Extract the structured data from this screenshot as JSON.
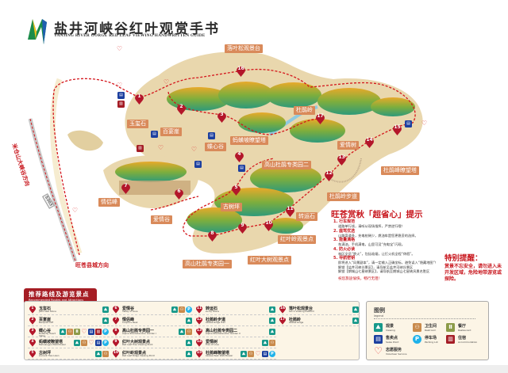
{
  "header": {
    "title": "盐井河峡谷红叶观赏手书",
    "subtitle": "YANJING RIVER GORGE RED LEAF VIEWING HANDWRITTEN GUIDE"
  },
  "colors": {
    "route": "#d4161c",
    "label": "#d98a5a",
    "tab": "#a51d24",
    "panel": "#fcf5e6",
    "terrain": "#e9d7ad"
  },
  "map": {
    "labels": [
      "落叶松观景台",
      "玉玺石",
      "百宴崖",
      "蝶心谷",
      "蚂蟥坡瞭望塔",
      "杜鹃岭",
      "高山杜鹃专类园二",
      "爱情树",
      "杜鹃峰瞭望塔",
      "杜鹃岭步道",
      "古树坪",
      "转运石",
      "情侣峰",
      "爱情谷",
      "红叶岭观景点",
      "红叶大树观景点",
      "高山杜鹃专类园一"
    ],
    "markers": [
      "1",
      "2",
      "3",
      "4",
      "5",
      "6",
      "7",
      "8",
      "9",
      "10",
      "11",
      "12",
      "13",
      "14",
      "15",
      "16",
      "17"
    ],
    "directions": {
      "county": "旺苍县城方向",
      "canyon": "米仓山大峡谷方向",
      "road": "S303"
    }
  },
  "tips": {
    "title": "旺苍赏秋「超省心」提示",
    "items": [
      {
        "head": "1. 行车规范",
        "lines": [
          "道路单行线，请听从现场指挥，严禁逆行哦！"
        ]
      },
      {
        "head": "2. 座驾优选",
        "lines": [
          "山路弯道多，充电桩稀少，燃油车是您更稳妥的选择。"
        ]
      },
      {
        "head": "3. 能量满格",
        "lines": [
          "车满油，手机满电，山里可没“充电宝”闪现。"
        ]
      },
      {
        "head": "4. 防火必读",
        "lines": [
          "林区全员“禁火”，包括吸烟，让打火机全程“休假”。"
        ]
      },
      {
        "head": "5. 导航密钥",
        "lines": [
          "即将进入“风景副本”，请一定输入正确坐标，避免误入“隐藏地图”！",
          "解锁【盐井河峡谷景区】，请导航至盐井河峡谷景区",
          "解锁【朗城山七星峡景区】，请导航至朗城山七星峡风景名胜区"
        ]
      }
    ],
    "closing": "祝您旅途愉快，畅行无阻！"
  },
  "warning": {
    "title": "特别提醒：",
    "body": "赏景不忘安全，请勿进入未开发区域，危险地带游览或探险。"
  },
  "routes": {
    "title": "推荐路线及游览景点",
    "subtitle": "Recommended Routes and Attractions",
    "items": [
      {
        "num": "1",
        "zh": "玉玺石",
        "en": "Jade Seal Stone",
        "icons": [
          "viewing"
        ]
      },
      {
        "num": "2",
        "zh": "百宴崖",
        "en": "Banquet Cliff",
        "icons": [
          "viewing"
        ]
      },
      {
        "num": "3",
        "zh": "蝶心谷",
        "en": "Butterfly Heart Valley",
        "icons": [
          "viewing",
          "restroom",
          "restaurant",
          "volunteer",
          "sales",
          "accommodation",
          "parking"
        ]
      },
      {
        "num": "4",
        "zh": "蚂蟥坡瞭望塔",
        "en": "Mahuangpo Watchtower",
        "icons": [
          "viewing",
          "restroom",
          "volunteer",
          "sales",
          "parking"
        ]
      },
      {
        "num": "5",
        "zh": "古树坪",
        "en": "Ancient Tree Lawn",
        "icons": [
          "viewing",
          "restroom"
        ]
      },
      {
        "num": "6",
        "zh": "爱情谷",
        "en": "Valley of Love",
        "icons": [
          "viewing",
          "restroom",
          "parking"
        ]
      },
      {
        "num": "7",
        "zh": "情侣峰",
        "en": "Couple's Peak",
        "icons": [
          "viewing"
        ]
      },
      {
        "num": "8",
        "zh": "高山杜鹃专类园一",
        "en": "Alpine Rhododendron Garden I",
        "icons": [
          "viewing",
          "restroom"
        ]
      },
      {
        "num": "9",
        "zh": "红叶大树观景点",
        "en": "Red Leaf Tree Viewing Point",
        "icons": [
          "viewing"
        ]
      },
      {
        "num": "10",
        "zh": "红叶岭观景点",
        "en": "Red Leaf Ridge Viewing Point",
        "icons": [
          "viewing"
        ]
      },
      {
        "num": "11",
        "zh": "转运石",
        "en": "Lucky Stone",
        "icons": [
          "viewing"
        ]
      },
      {
        "num": "12",
        "zh": "杜鹃岭步道",
        "en": "Azalea Ridge Trail",
        "icons": [
          "viewing"
        ]
      },
      {
        "num": "13",
        "zh": "高山杜鹃专类园二",
        "en": "Alpine Rhododendron Garden II",
        "icons": [
          "viewing"
        ]
      },
      {
        "num": "14",
        "zh": "爱情树",
        "en": "Tree of Love",
        "icons": [
          "viewing",
          "restroom"
        ]
      },
      {
        "num": "15",
        "zh": "杜鹃峰瞭望塔",
        "en": "Azalea Peak Watchtower",
        "icons": [
          "viewing",
          "restroom",
          "volunteer",
          "sales",
          "parking"
        ]
      },
      {
        "num": "16",
        "zh": "落叶松观景台",
        "en": "Larch Viewing Platform",
        "icons": [
          "viewing"
        ]
      },
      {
        "num": "17",
        "zh": "杜鹃岭",
        "en": "Azalea Ridge",
        "icons": [
          "viewing"
        ]
      }
    ]
  },
  "legend": {
    "title": "图例",
    "subtitle": "legend",
    "items": [
      {
        "icon": "viewing",
        "zh": "观景",
        "en": "Viewing"
      },
      {
        "icon": "restroom",
        "zh": "卫生间",
        "en": "Restroom"
      },
      {
        "icon": "restaurant",
        "zh": "餐厅",
        "en": "Restaurant"
      },
      {
        "icon": "sales",
        "zh": "售卖点",
        "en": "Sales Point"
      },
      {
        "icon": "parking",
        "zh": "停车场",
        "en": "Parking Lot"
      },
      {
        "icon": "accommodation",
        "zh": "住宿",
        "en": "Accommodation"
      },
      {
        "icon": "volunteer",
        "zh": "志愿服务",
        "en": "Volunteer Service"
      }
    ]
  }
}
